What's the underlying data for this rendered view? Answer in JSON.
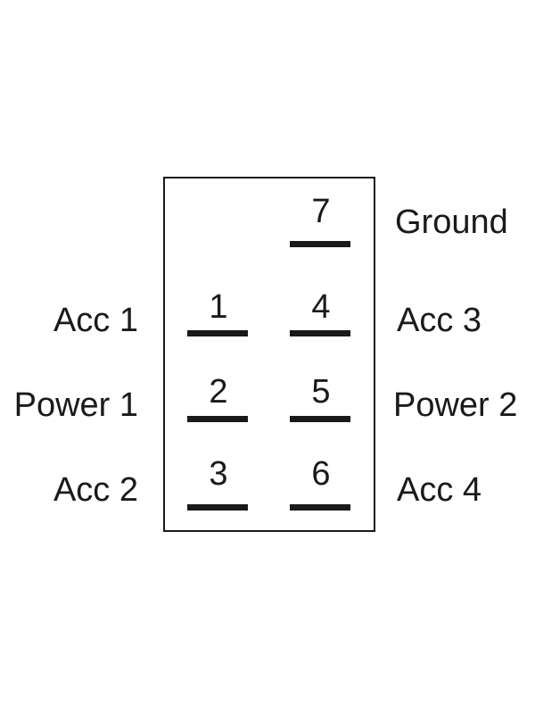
{
  "pins": {
    "p7": {
      "number": "7",
      "label": "Ground"
    },
    "p1": {
      "number": "1",
      "label": "Acc 1"
    },
    "p4": {
      "number": "4",
      "label": "Acc 3"
    },
    "p2": {
      "number": "2",
      "label": "Power 1"
    },
    "p5": {
      "number": "5",
      "label": "Power 2"
    },
    "p3": {
      "number": "3",
      "label": "Acc 2"
    },
    "p6": {
      "number": "6",
      "label": "Acc 4"
    }
  },
  "colors": {
    "ink": "#1a1a1a",
    "background": "#ffffff"
  }
}
